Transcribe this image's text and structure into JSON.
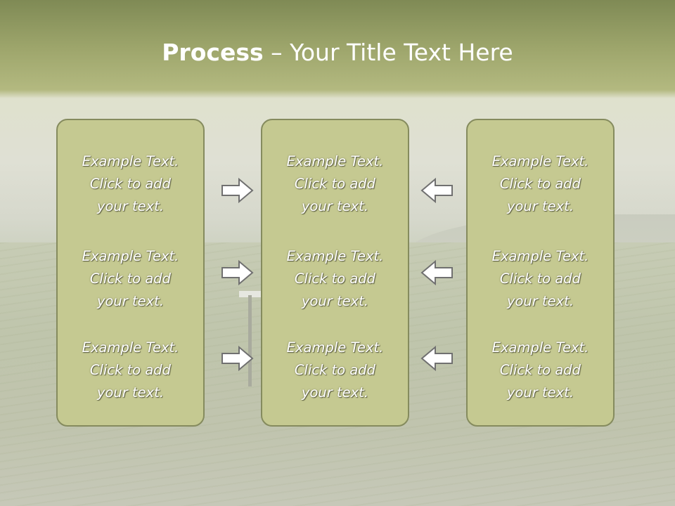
{
  "title": {
    "bold": "Process",
    "rest": " – Your Title Text Here"
  },
  "items": {
    "example": "Example Text.",
    "click": "Click  to add",
    "your": "your text."
  },
  "colors": {
    "box_fill": "#c5c991",
    "box_border": "#858b5e",
    "arrow_fill": "#ffffff",
    "arrow_stroke": "#707070"
  },
  "arrows": {
    "left_column": "right-arrow-icon",
    "right_column": "left-arrow-icon"
  }
}
